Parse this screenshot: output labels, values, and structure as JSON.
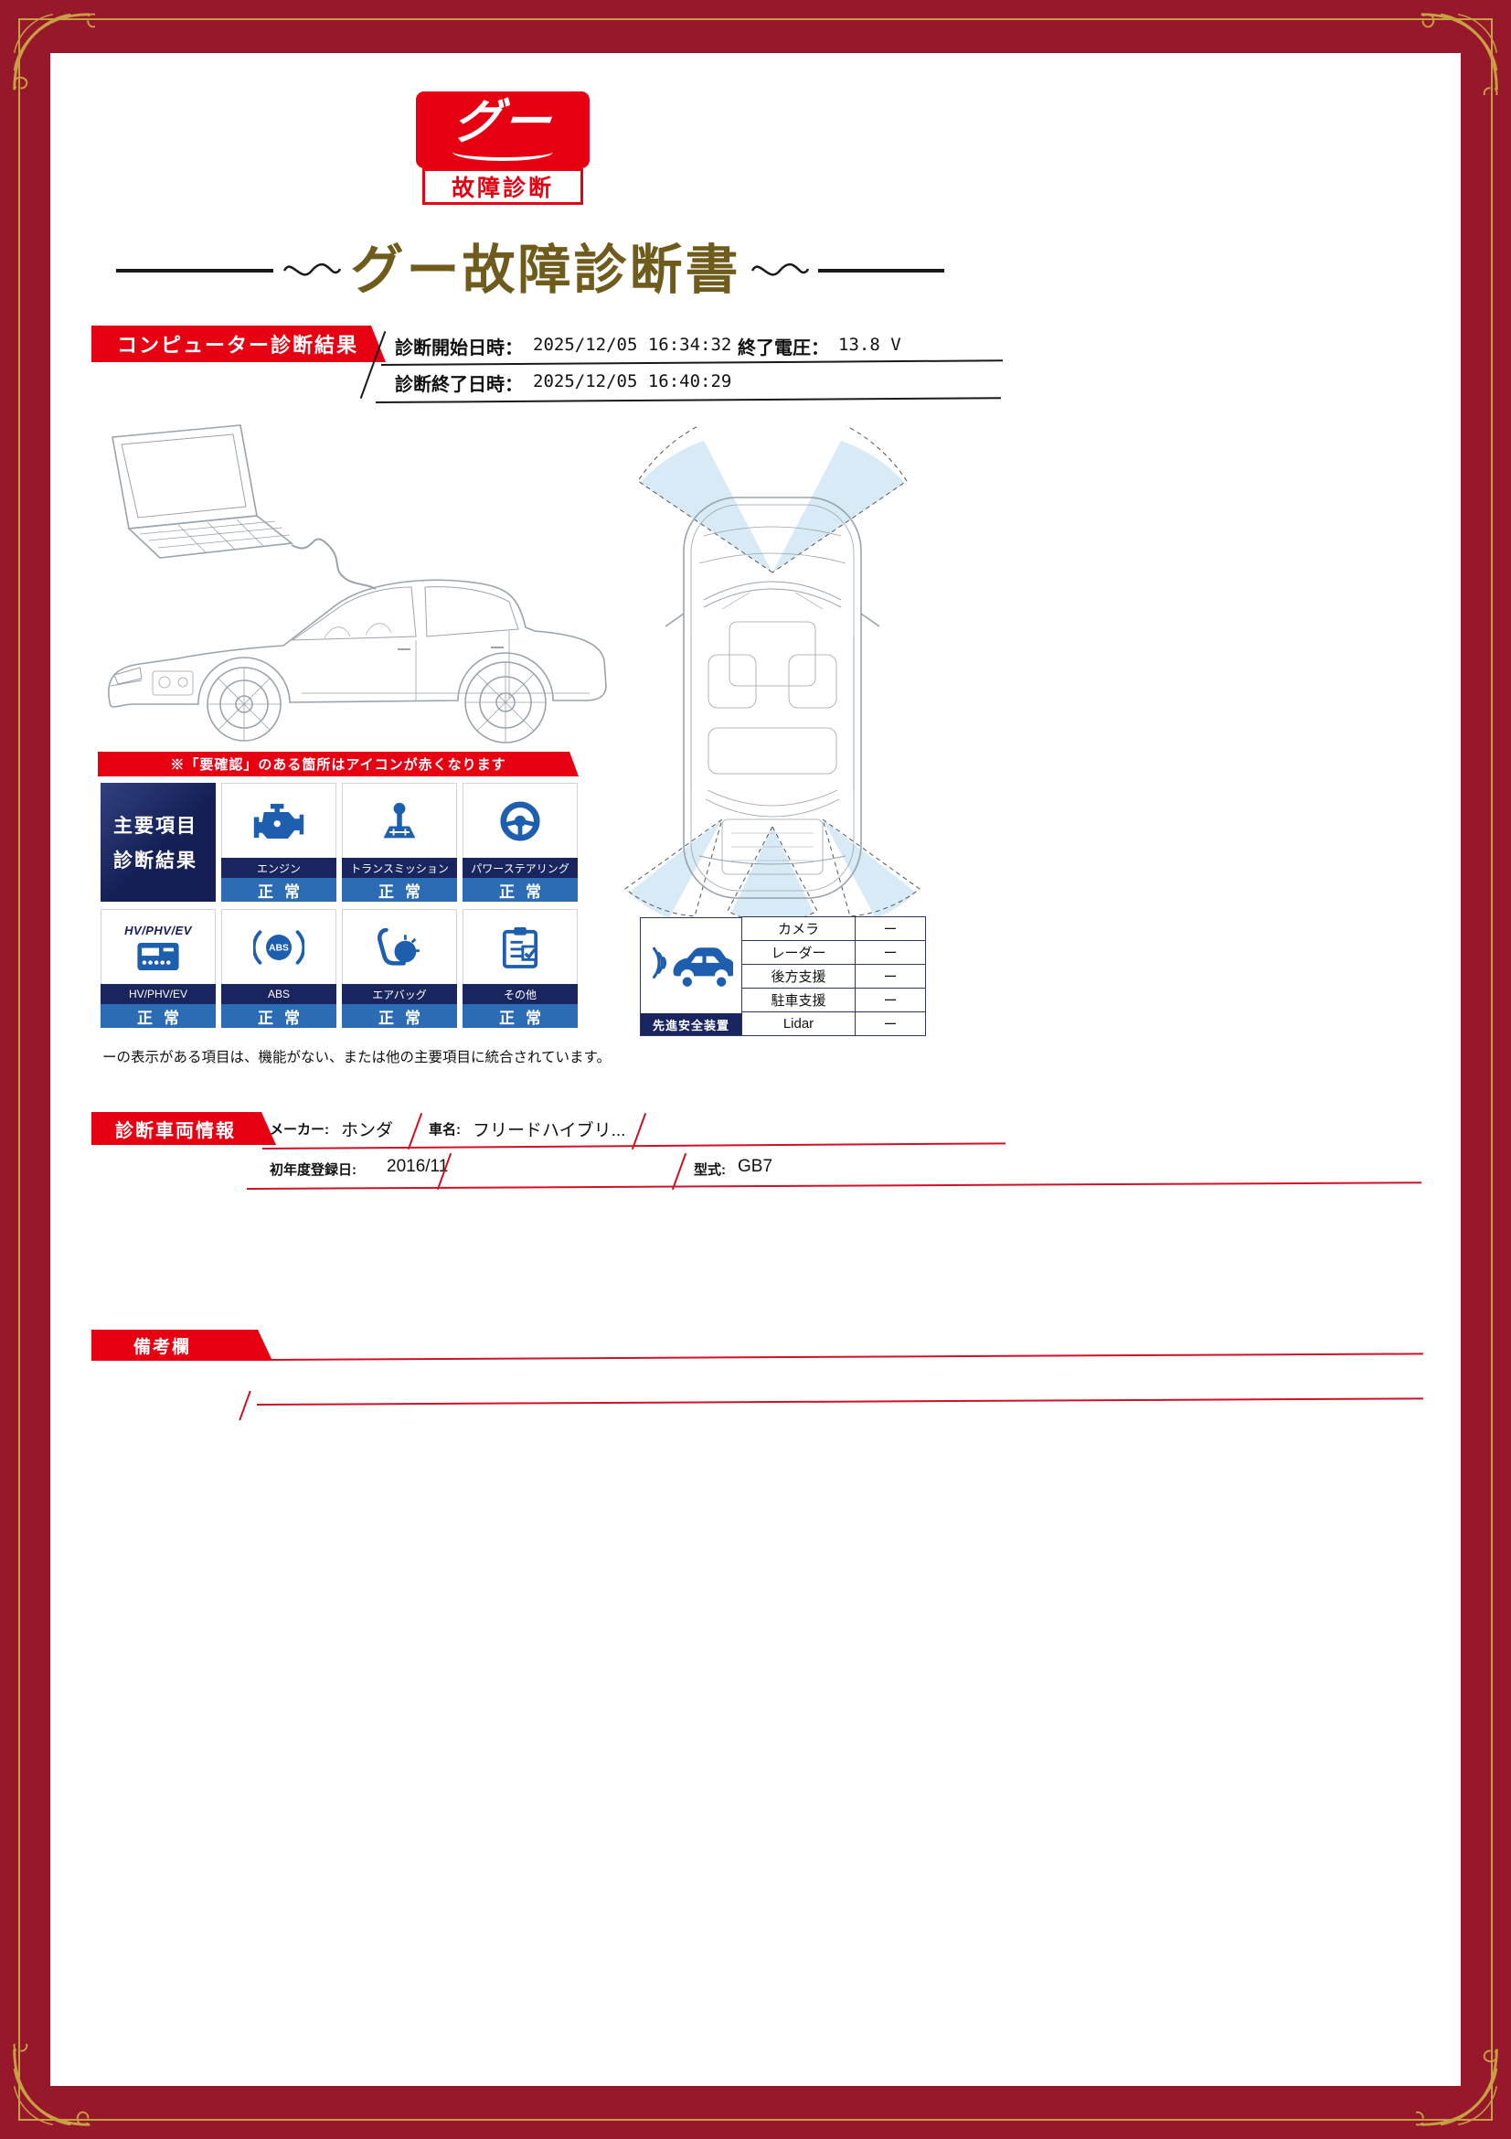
{
  "logo": {
    "brand": "グー",
    "subtitle": "故障診断"
  },
  "title": "グー故障診断書",
  "diagnosis": {
    "section_label": "コンピューター診断結果",
    "start_label": "診断開始日時：",
    "start_value": "2025/12/05 16:34:32",
    "voltage_label": "終了電圧：",
    "voltage_value": "13.8 V",
    "end_label": "診断終了日時：",
    "end_value": "2025/12/05 16:40:29"
  },
  "alert_note": "※「要確認」のある箇所はアイコンが赤くなります",
  "main_grid": {
    "header_line1": "主要項目",
    "header_line2": "診断結果",
    "hv_icon_label": "HV/PHV/EV",
    "abs_icon_label": "ABS",
    "items": [
      {
        "label": "エンジン",
        "status": "正常",
        "icon": "engine-icon"
      },
      {
        "label": "トランスミッション",
        "status": "正常",
        "icon": "transmission-icon"
      },
      {
        "label": "パワーステアリング",
        "status": "正常",
        "icon": "steering-wheel-icon"
      },
      {
        "label": "HV/PHV/EV",
        "status": "正常",
        "icon": "hv-battery-icon"
      },
      {
        "label": "ABS",
        "status": "正常",
        "icon": "abs-icon"
      },
      {
        "label": "エアバッグ",
        "status": "正常",
        "icon": "airbag-icon"
      },
      {
        "label": "その他",
        "status": "正常",
        "icon": "clipboard-check-icon"
      }
    ],
    "footnote": "ーの表示がある項目は、機能がない、または他の主要項目に統合されています。"
  },
  "safety": {
    "label": "先進安全装置",
    "icon": "car-sensor-icon",
    "rows": [
      {
        "name": "カメラ",
        "value": "ー"
      },
      {
        "name": "レーダー",
        "value": "ー"
      },
      {
        "name": "後方支援",
        "value": "ー"
      },
      {
        "name": "駐車支援",
        "value": "ー"
      },
      {
        "name": "Lidar",
        "value": "ー"
      }
    ]
  },
  "vehicle": {
    "section_label": "診断車両情報",
    "maker_label": "メーカー:",
    "maker_value": "ホンダ",
    "name_label": "車名:",
    "name_value": "フリードハイブリ...",
    "first_reg_label": "初年度登録日:",
    "first_reg_value": "2016/11",
    "model_label": "型式:",
    "model_value": "GB7"
  },
  "remarks": {
    "section_label": "備考欄"
  },
  "colors": {
    "frame_maroon": "#97182b",
    "accent_red": "#e60012",
    "navy": "#19255e",
    "status_blue": "#2c6cb5",
    "icon_blue": "#1d5fae",
    "gold": "#c8a043",
    "title_brown": "#6f5c1c"
  }
}
